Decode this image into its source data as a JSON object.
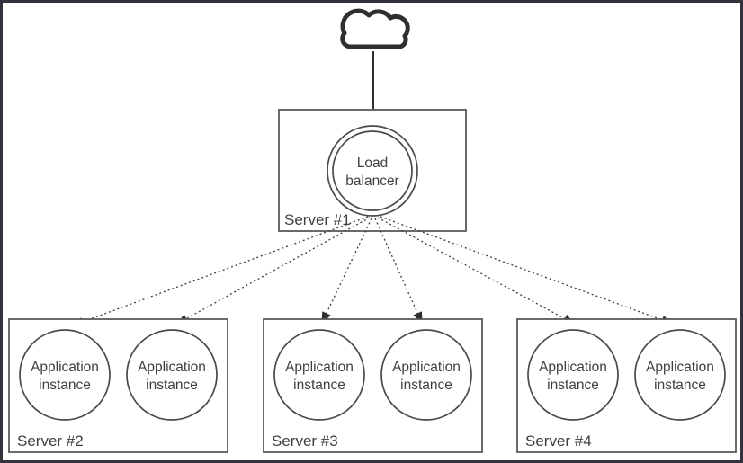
{
  "diagram": {
    "type": "load-balancer-architecture",
    "cloud": {
      "icon": "cloud-icon"
    },
    "load_balancer_box": {
      "server_label": "Server #1",
      "node": {
        "label": "Load balancer",
        "line1": "Load",
        "line2": "balancer"
      }
    },
    "servers": [
      {
        "label": "Server #2",
        "instances": [
          {
            "label": "Application instance",
            "line1": "Application",
            "line2": "instance"
          },
          {
            "label": "Application instance",
            "line1": "Application",
            "line2": "instance"
          }
        ]
      },
      {
        "label": "Server #3",
        "instances": [
          {
            "label": "Application instance",
            "line1": "Application",
            "line2": "instance"
          },
          {
            "label": "Application instance",
            "line1": "Application",
            "line2": "instance"
          }
        ]
      },
      {
        "label": "Server #4",
        "instances": [
          {
            "label": "Application instance",
            "line1": "Application",
            "line2": "instance"
          },
          {
            "label": "Application instance",
            "line1": "Application",
            "line2": "instance"
          }
        ]
      }
    ],
    "colors": {
      "stroke": "#595959",
      "circle_stroke": "#4a4a4a",
      "text": "#3f3f3f",
      "arrow": "#2f2f2f",
      "background": "#ffffff",
      "frame": "#33333d"
    }
  }
}
